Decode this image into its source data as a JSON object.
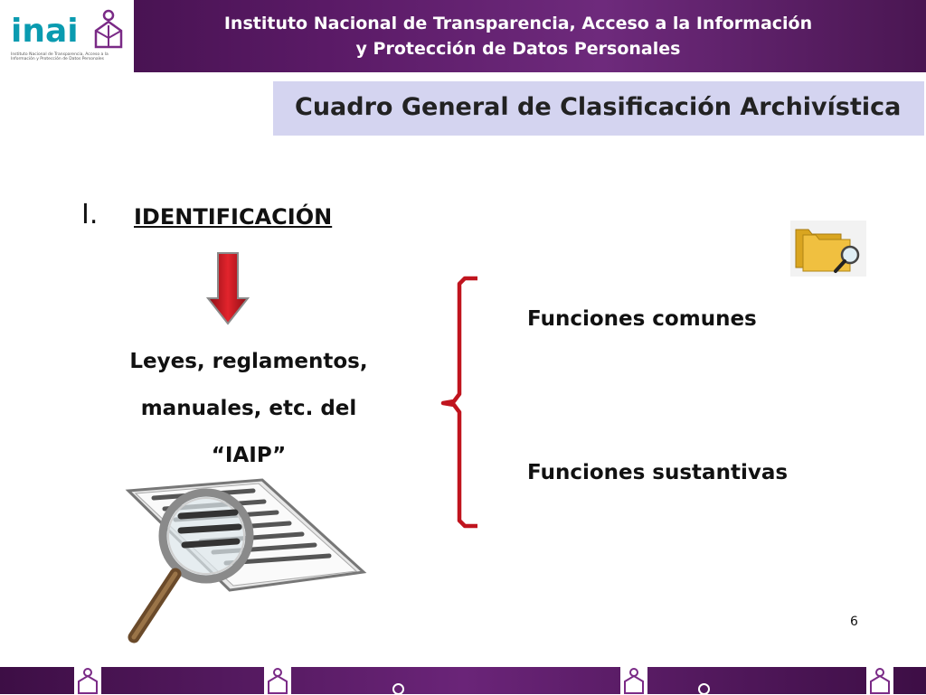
{
  "header": {
    "logo_text": "inai",
    "logo_subtitle": "Instituto Nacional de Transparencia, Acceso a la Información y Protección de Datos Personales",
    "title_line1": "Instituto Nacional de Transparencia, Acceso a la Información",
    "title_line2": "y Protección de Datos Personales"
  },
  "slide": {
    "subtitle": "Cuadro General de Clasificación Archivística",
    "section_number": "I.",
    "section_title": "IDENTIFICACIÓN",
    "laws_line1": "Leyes, reglamentos,",
    "laws_line2": "manuales, etc. del",
    "laws_line3": "“IAIP”",
    "function_common": "Funciones comunes",
    "function_substantive": "Funciones sustantivas",
    "page_number": "6"
  },
  "icons": {
    "arrow": "down-arrow-icon",
    "folder": "folder-search-icon",
    "document": "document-magnifier-icon",
    "footer": "inai-person-icon"
  },
  "colors": {
    "header_purple": "#5a1a66",
    "subtitle_bg": "#d4d4f0",
    "brace_red": "#c0141e",
    "logo_teal": "#0a9bb0"
  }
}
